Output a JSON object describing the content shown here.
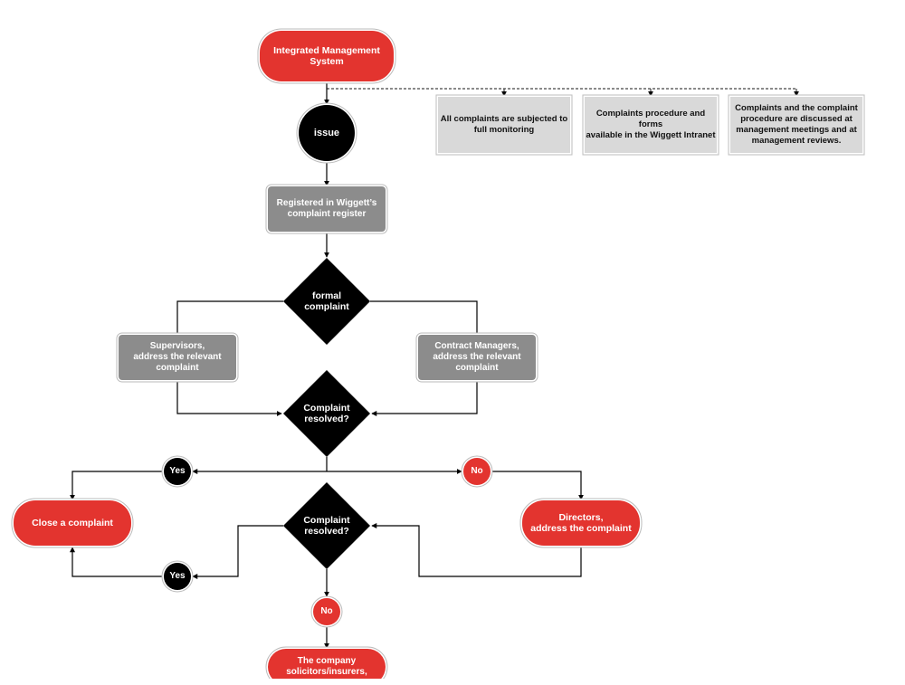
{
  "colors": {
    "red": "#e3342f",
    "black": "#000000",
    "gray_process": "#8c8c8c",
    "light_gray_note": "#d9d9d9",
    "line": "#000000",
    "dashed_line": "#444444"
  },
  "nodes": {
    "start": {
      "text": "Integrated Management\nSystem",
      "shape": "red-terminal"
    },
    "issue": {
      "text": "issue",
      "shape": "black-circle"
    },
    "register": {
      "text": "Registered in Wiggett’s\ncomplaint register",
      "shape": "gray-process"
    },
    "formal": {
      "text": "formal\ncomplaint",
      "shape": "black-diamond"
    },
    "supervisors": {
      "text": "Supervisors,\naddress the relevant\ncomplaint",
      "shape": "gray-process"
    },
    "contract_managers": {
      "text": "Contract Managers,\naddress the relevant\ncomplaint",
      "shape": "gray-process"
    },
    "resolved_1": {
      "text": "Complaint\nresolved?",
      "shape": "black-diamond"
    },
    "yes_1": {
      "text": "Yes",
      "shape": "black-circle"
    },
    "no_1": {
      "text": "No",
      "shape": "red-circle"
    },
    "close": {
      "text": "Close a complaint",
      "shape": "red-terminal"
    },
    "directors": {
      "text": "Directors,\naddress the complaint",
      "shape": "red-terminal"
    },
    "resolved_2": {
      "text": "Complaint\nresolved?",
      "shape": "black-diamond"
    },
    "yes_2": {
      "text": "Yes",
      "shape": "black-circle"
    },
    "no_2": {
      "text": "No",
      "shape": "red-circle"
    },
    "company": {
      "text": "The company\nsolicitors/insurers,",
      "shape": "red-terminal"
    }
  },
  "notes": [
    {
      "text": "All complaints are subjected to\nfull monitoring"
    },
    {
      "text": "Complaints procedure and forms\navailable in the Wiggett Intranet"
    },
    {
      "text": "Complaints and the complaint\nprocedure are discussed at\nmanagement meetings and at\nmanagement reviews."
    }
  ]
}
